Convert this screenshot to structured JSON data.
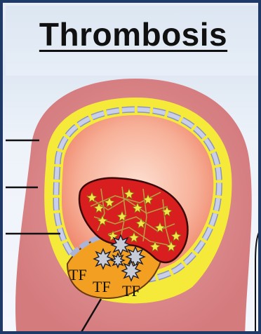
{
  "title": "Thrombosis",
  "labels": {
    "tf_1": "TF",
    "tf_2": "TF",
    "tf_3": "TF"
  },
  "colors": {
    "border": "#1f3a66",
    "adventitia": "#d98a8a",
    "media": "#f5ea3a",
    "endothelium": "#aab4d8",
    "lumen": "#f7a48a",
    "clot": "#d81e1e",
    "platelet": "#f4e64a",
    "plaque": "#f3a022"
  }
}
